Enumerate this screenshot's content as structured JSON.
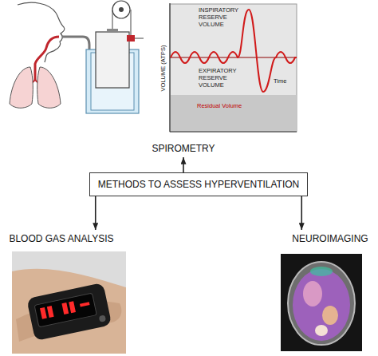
{
  "diagram": {
    "nodes": [
      {
        "text": [
          "SPIROMETRY"
        ]
      },
      {
        "text": [
          "METHODS TO ASSESS HYPERVENTILATION"
        ]
      },
      {
        "text": [
          "BLOOD GAS ANALYSIS"
        ]
      },
      {
        "text": [
          "NEUROIMAGING"
        ]
      }
    ],
    "edges": [
      {
        "from": 1,
        "to": 0,
        "arrow": "to"
      },
      {
        "from": 1,
        "to": 2,
        "arrow": "to"
      },
      {
        "from": 1,
        "to": 3,
        "arrow": "to"
      }
    ],
    "labels": [
      "INSPIRATORY RESERVE VOLUME",
      "VOLUME (ATPS)",
      "EXPIRATORY RESERVE VOLUME",
      "Time",
      "Residual Volume"
    ]
  }
}
